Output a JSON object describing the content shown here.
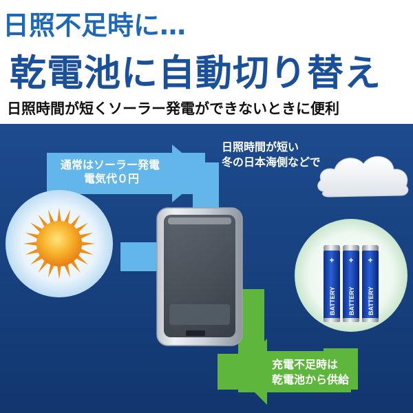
{
  "headline": {
    "line1": "日照不足時に…",
    "line2": "乾電池に自動切り替え",
    "subtitle": "日照時間が短くソーラー発電ができないときに便利"
  },
  "diagram": {
    "solar_label_1": "通常はソーラー発電",
    "solar_label_2": "電気代０円",
    "weather_label_1": "日照時間が短い",
    "weather_label_2": "冬の日本海側などで",
    "battery_label_1": "充電不足時は",
    "battery_label_2": "乾電池から供給",
    "battery_text": "BATTERY"
  },
  "colors": {
    "headline_blue": "#1f68b8",
    "headline_dark_blue": "#1a4f9a",
    "panel_blue": "#1d4b8e",
    "solar_arrow": "#62b6ea",
    "battery_arrow": "#5fb63d",
    "sun_core": "#f4a21b"
  }
}
